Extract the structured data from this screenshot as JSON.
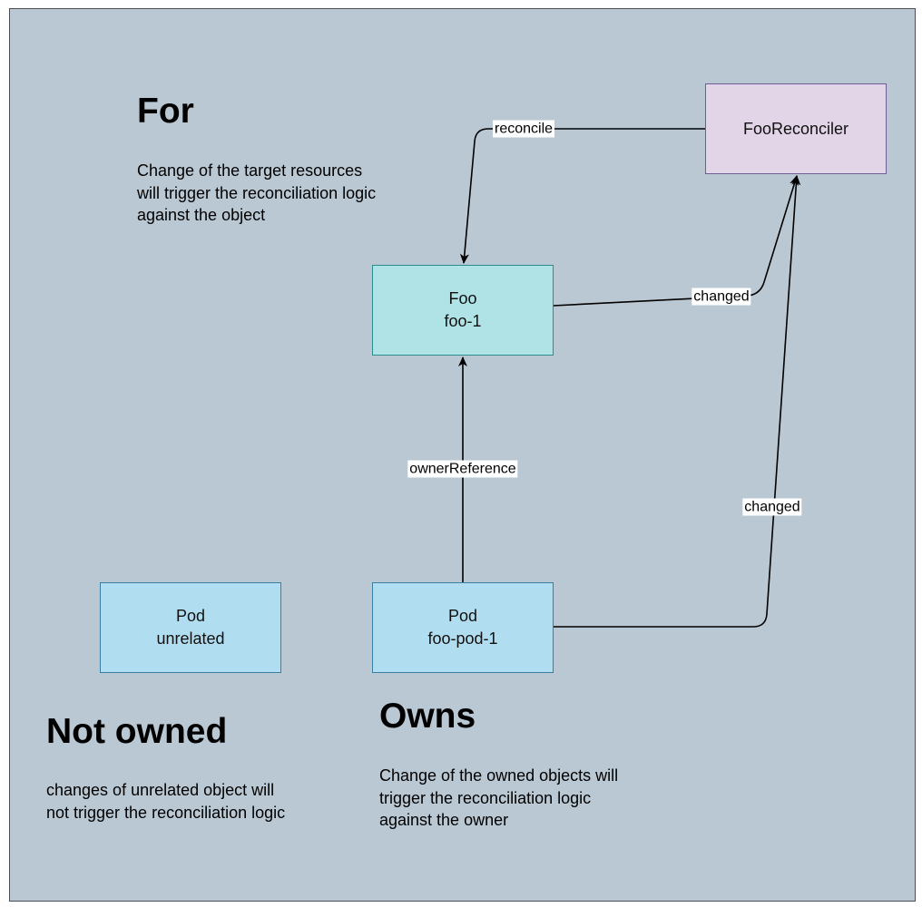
{
  "nodes": {
    "reconciler": {
      "label": "FooReconciler",
      "fill": "#e1d5e7",
      "stroke": "#6b6095"
    },
    "foo": {
      "kind": "Foo",
      "name": "foo-1",
      "fill": "#b0e3e6",
      "stroke": "#2d8c8e"
    },
    "pod_unrelated": {
      "kind": "Pod",
      "name": "unrelated",
      "fill": "#b1ddf0",
      "stroke": "#3b7ea6"
    },
    "pod_owned": {
      "kind": "Pod",
      "name": "foo-pod-1",
      "fill": "#b1ddf0",
      "stroke": "#3b7ea6"
    }
  },
  "edges": {
    "reconcile": "reconcile",
    "foo_changed": "changed",
    "owner_reference": "ownerReference",
    "pod_changed": "changed"
  },
  "sections": {
    "for": {
      "title": "For",
      "lines": [
        "Change of the target resources",
        "will trigger the reconciliation logic",
        "against the object"
      ]
    },
    "owns": {
      "title": "Owns",
      "lines": [
        "Change of the owned objects will",
        "trigger the reconciliation logic",
        "against the owner"
      ]
    },
    "not_owned": {
      "title": "Not owned",
      "lines": [
        "changes of unrelated object will",
        "not trigger the reconciliation logic"
      ]
    }
  },
  "colors": {
    "background": "#bac8d3",
    "edge": "#000000"
  }
}
